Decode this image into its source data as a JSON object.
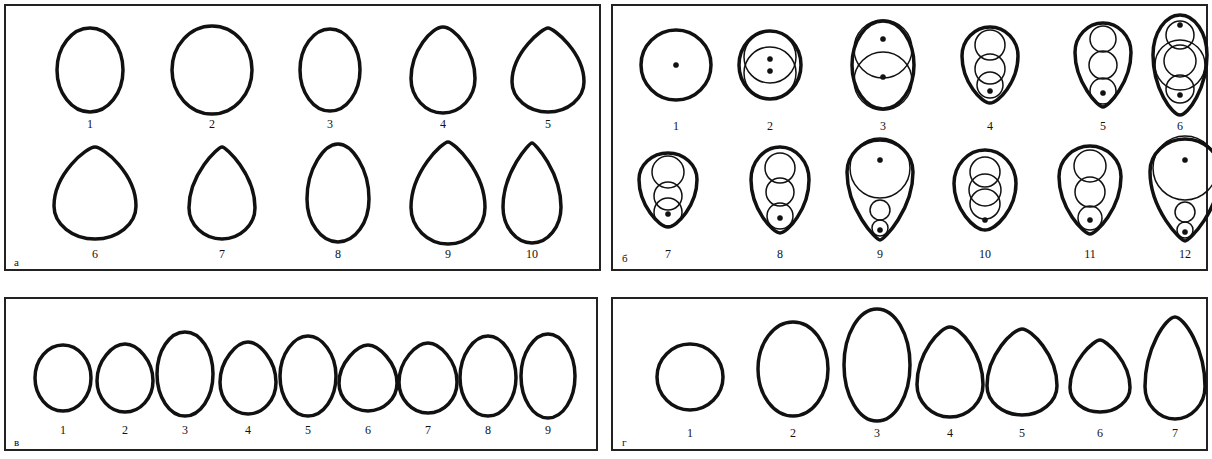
{
  "diagram": {
    "labels": [
      "а",
      "1",
      "2",
      "3",
      "4",
      "5",
      "6",
      "7",
      "8",
      "9",
      "10",
      "б",
      "1",
      "2",
      "3",
      "4",
      "5",
      "6",
      "7",
      "8",
      "9",
      "10",
      "11",
      "12",
      "в",
      "1",
      "2",
      "3",
      "4",
      "5",
      "6",
      "7",
      "8",
      "9",
      "г",
      "1",
      "2",
      "3",
      "4",
      "5",
      "6",
      "7"
    ]
  }
}
